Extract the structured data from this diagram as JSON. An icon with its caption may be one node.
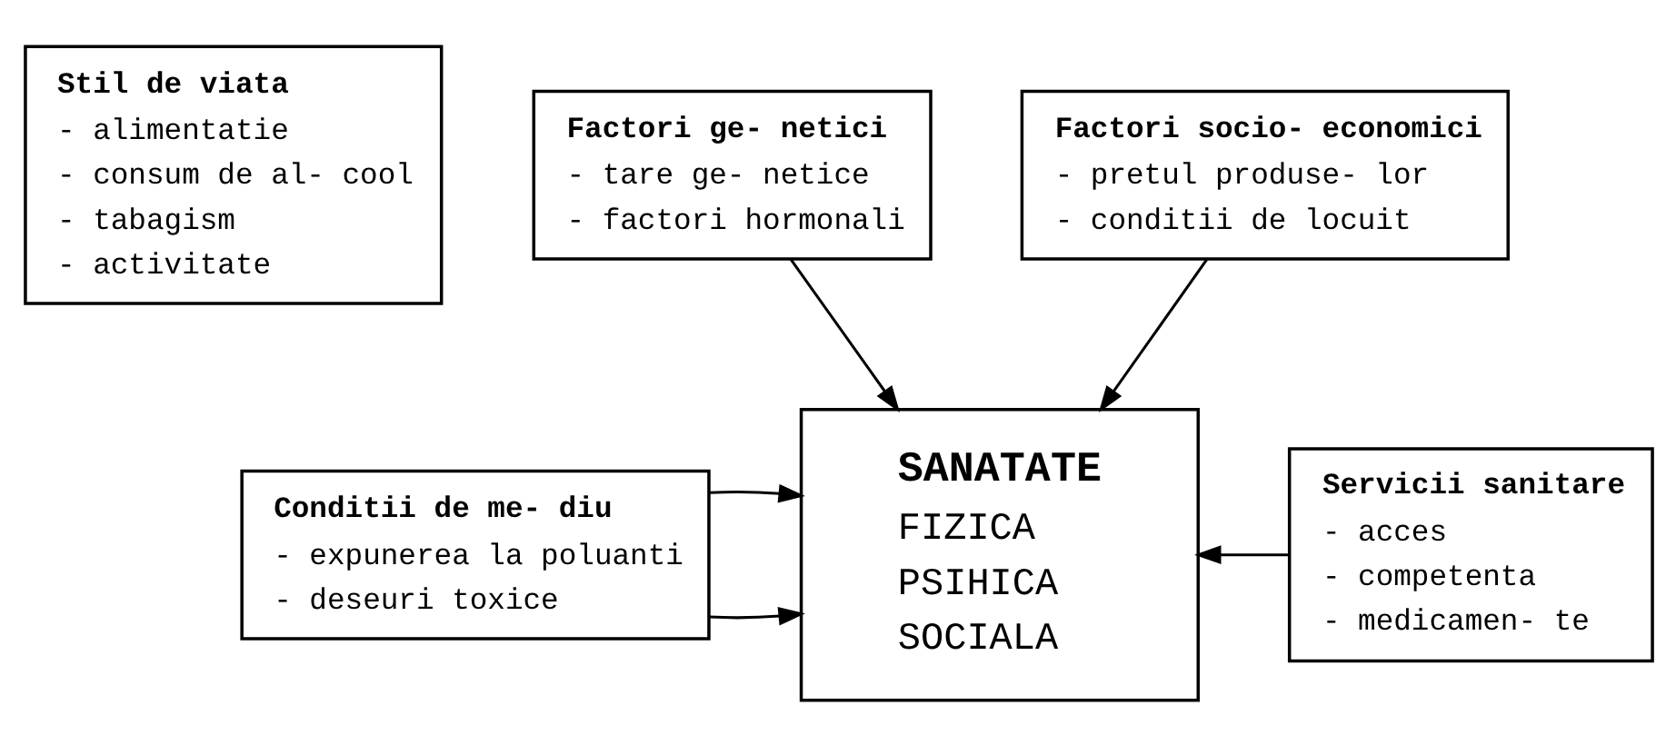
{
  "diagram": {
    "nodes": [
      {
        "text": [
          "Stil de viata",
          "- alimentatie",
          "- consum de al- cool",
          "- tabagism",
          "- activitate"
        ]
      },
      {
        "text": [
          "Factori ge- netici",
          "- tare ge- netice",
          "- factori hormonali"
        ]
      },
      {
        "text": [
          "Factori socio- economici",
          "- pretul produse- lor",
          "- conditii de locuit"
        ]
      },
      {
        "text": [
          "Conditii de me- diu",
          "- expunerea la poluanti",
          "- deseuri toxice"
        ]
      },
      {
        "text": [
          "SANATATE",
          "FIZICA",
          "PSIHICA",
          "SOCIALA"
        ]
      },
      {
        "text": [
          "Servicii sanitare",
          "- acces",
          "- competenta",
          "- medicamen- te"
        ]
      }
    ],
    "edges": [
      {
        "from": 1,
        "to": 4,
        "arrow": "to"
      },
      {
        "from": 2,
        "to": 4,
        "arrow": "to"
      },
      {
        "from": 3,
        "to": 4,
        "arrow": "to"
      },
      {
        "from": 3,
        "to": 4,
        "arrow": "to"
      },
      {
        "from": 5,
        "to": 4,
        "arrow": "to"
      }
    ]
  }
}
